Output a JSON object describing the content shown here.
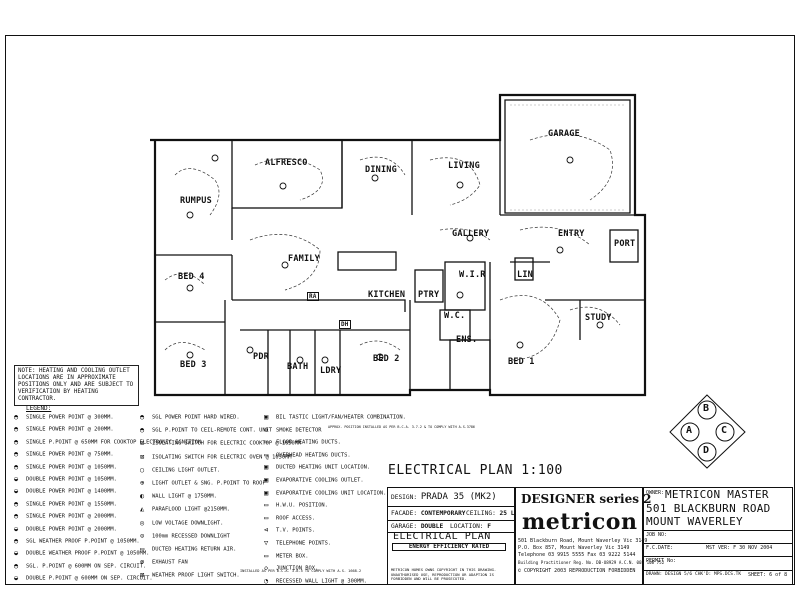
{
  "rooms": {
    "garage": "GARAGE",
    "alfresco": "ALFRESCO",
    "dining": "DINING",
    "living": "LIVING",
    "rumpus": "RUMPUS",
    "gallery": "GALLERY",
    "entry": "ENTRY",
    "port": "PORT",
    "family": "FAMILY",
    "bed4": "BED 4",
    "kitchen": "KITCHEN",
    "ptry": "PTRY",
    "wir": "W.I.R",
    "lin": "LIN",
    "study": "STUDY",
    "wc": "W.C.",
    "ens": "ENS.",
    "bed1": "BED 1",
    "bed2": "BED 2",
    "bed3": "BED 3",
    "pdr": "PDR",
    "bath": "BATH",
    "ldry": "LDRY",
    "dh": "DH",
    "ra": "RA"
  },
  "note": "NOTE: HEATING AND COOLING OUTLET LOCATIONS ARE IN APPROXIMATE POSITIONS ONLY AND ARE SUBJECT TO VERIFICATION BY HEATING CONTRACTOR.",
  "legend_title": "LEGEND:",
  "legend_col1": [
    "SINGLE POWER POINT @ 300MM.",
    "SINGLE POWER POINT @ 200MM.",
    "SINGLE P.POINT @ 650MM FOR COOKTOP ELECTRONIC IGNITION",
    "SINGLE POWER POINT @ 750MM.",
    "SINGLE POWER POINT @ 1050MM.",
    "DOUBLE POWER POINT @ 1050MM.",
    "DOUBLE POWER POINT @ 1400MM.",
    "SINGLE POWER POINT @ 1550MM.",
    "SINGLE POWER POINT @ 2000MM.",
    "DOUBLE POWER POINT @ 2000MM.",
    "SGL WEATHER PROOF P.POINT @ 1050MM.",
    "DOUBLE WEATHER PROOF P.POINT @ 1050MM.",
    "SGL. P.POINT @ 600MM ON SEP. CIRCUIT.",
    "DOUBLE P.POINT @ 600MM ON SEP. CIRCUIT."
  ],
  "legend_col2": [
    "SGL POWER POINT HARD WIRED.",
    "SGL P.POINT TO CEIL-REMOTE CONT. UNIT",
    "ISOLATING SWITCH FOR ELECTRIC COOKTOP @ 1050MM",
    "ISOLATING SWITCH FOR ELECTRIC OVEN @ 1050MM",
    "CEILING LIGHT OUTLET.",
    "LIGHT OUTLET & SNG. P.POINT TO ROOF",
    "WALL LIGHT @ 1750MM.",
    "PARAFLOOD LIGHT @2150MM.",
    "LOW VOLTAGE DOWNLIGHT.",
    "100mm RECESSED DOWNLIGHT",
    "DUCTED HEATING RETURN AIR.",
    "EXHAUST FAN",
    "WEATHER PROOF LIGHT SWITCH."
  ],
  "exhaust_sub": "INSTALLED AS PER B.C.A. 3.8.5 TO COMPLY WITH A.S. 1668.2",
  "legend_col3": [
    "BIL TASTIC LIGHT/FAN/HEATER COMBINATION.",
    "SMOKE DETECTOR",
    "FLOOR HEATING DUCTS.",
    "OVERHEAD HEATING DUCTS.",
    "DUCTED HEATING UNIT LOCATION.",
    "EVAPORATIVE COOLING OUTLET.",
    "EVAPORATIVE COOLING UNIT LOCATION.",
    "H.W.U. POSITION.",
    "ROOF ACCESS.",
    "T.V. POINTS.",
    "TELEPHONE POINTS.",
    "METER BOX.",
    "JUNCTION BOX.",
    "RECESSED WALL LIGHT @ 300MM."
  ],
  "smoke_sub": "APPROX. POSITION INSTALLED AS PER B.C.A. 3.7.2 & TO COMPLY WITH A.S.3786",
  "plan_title": "ELECTRICAL PLAN 1:100",
  "title_block": {
    "design_label": "DESIGN:",
    "design_value": "PRADA 35 (MK2)",
    "facade_label": "FACADE:",
    "facade_value": "CONTEMPORARY",
    "ceiling_label": "CEILING:",
    "ceiling_value": "25 L",
    "garage_label": "GARAGE:",
    "garage_value": "DOUBLE",
    "location_label": "LOCATION:",
    "location_value": "F",
    "plan_name": "ELECTRICAL PLAN",
    "energy": "ENERGY EFFICIENCY RATED",
    "copyright": "METRICON HOMES OWNS COPYRIGHT IN THIS DRAWING. UNAUTHORISED USE, REPRODUCTION OR ADAPTION IS FORBIDDEN AND WILL BE PROSECUTED.",
    "series": "DESIGNER series 2",
    "brand": "metricon",
    "addr1": "501 Blackburn Road, Mount Waverley Vic 3149",
    "addr2": "P.O. Box 857, Mount Waverley Vic 3149",
    "addr3": "Telephone 03 9915 5555 Fax 03 9222 5144",
    "addr4": "Building Practitioner Reg. No. DB-U8929 A.C.N. 005 108 752",
    "addr5": "© COPYRIGHT 2003 REPRODUCTION FORBIDDEN",
    "owner_label": "OWNER:",
    "owner_1": "METRICON MASTER",
    "owner_2": "501 BLACKBURN ROAD",
    "owner_3": "MOUNT WAVERLEY",
    "job_label": "JOB NO:",
    "date_label": "F.C.DATE:",
    "mst_label": "MST VER:",
    "mst_value": "F 30 NOV 2004",
    "permit_label": "PERMIT No:",
    "drawn_label": "DRAWN:",
    "drawn_value": "DESIGN 5/6",
    "check_label": "CHK'D:",
    "check_value": "MPS.DCS.TK",
    "sheet_label": "SHEET:",
    "sheet_value": "6 of 8"
  },
  "compass": {
    "a": "A",
    "b": "B",
    "c": "C",
    "d": "D"
  }
}
